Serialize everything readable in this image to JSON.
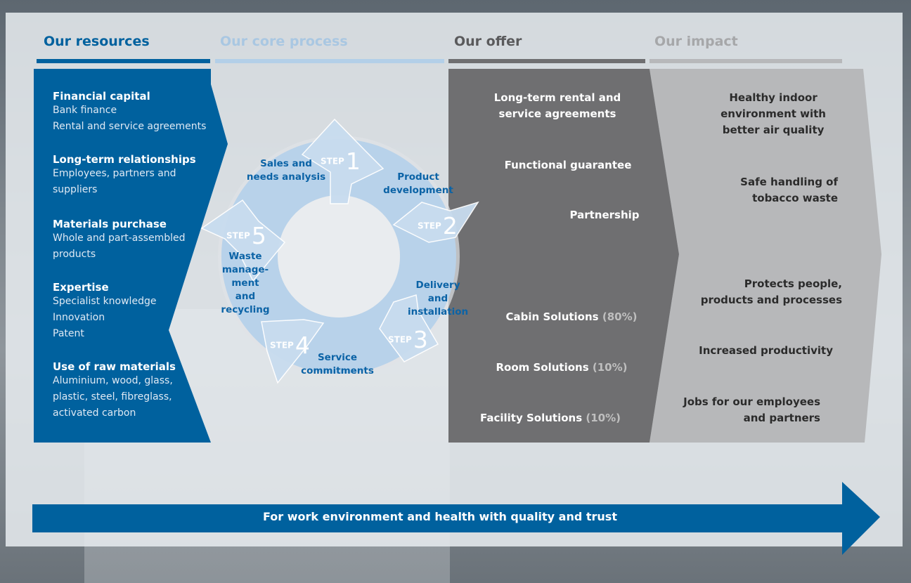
{
  "headers": {
    "resources": "Our resources",
    "core_process": "Our core process",
    "offer": "Our offer",
    "impact": "Our impact"
  },
  "colors": {
    "blue": "#00619e",
    "light_blue": "#b3cfe8",
    "dark_grey": "#6f6f71",
    "light_grey": "#b7b8ba"
  },
  "resources": [
    {
      "title": "Financial capital",
      "lines": [
        "Bank finance",
        "Rental and service agreements"
      ]
    },
    {
      "title": "Long-term relationships",
      "lines": [
        "Employees, partners and",
        "suppliers"
      ]
    },
    {
      "title": "Materials purchase",
      "lines": [
        "Whole and part-assembled",
        "products"
      ]
    },
    {
      "title": "Expertise",
      "lines": [
        "Specialist knowledge",
        "Innovation",
        "Patent"
      ]
    },
    {
      "title": "Use of raw materials",
      "lines": [
        "Aluminium, wood, glass,",
        "plastic, steel, fibreglass,",
        "activated carbon"
      ]
    }
  ],
  "steps": [
    {
      "tag": "STEP",
      "num": "1",
      "label": [
        "Sales and",
        "needs analysis"
      ]
    },
    {
      "tag": "STEP",
      "num": "2",
      "label": [
        "Product",
        "development"
      ]
    },
    {
      "tag": "STEP",
      "num": "3",
      "label": [
        "Delivery",
        "and",
        "installation"
      ]
    },
    {
      "tag": "STEP",
      "num": "4",
      "label": [
        "Service",
        "commitments"
      ]
    },
    {
      "tag": "STEP",
      "num": "5",
      "label": [
        "Waste",
        "manage-",
        "ment",
        "and",
        "recycling"
      ]
    }
  ],
  "offer": {
    "items": [
      [
        "Long-term rental and",
        "service agreements"
      ],
      [
        "Functional guarantee"
      ],
      [
        "Partnership"
      ]
    ],
    "solutions": [
      {
        "name": "Cabin Solutions",
        "pct": "(80%)"
      },
      {
        "name": "Room Solutions",
        "pct": "(10%)"
      },
      {
        "name": "Facility Solutions",
        "pct": "(10%)"
      }
    ]
  },
  "impact": [
    [
      "Healthy indoor",
      "environment with",
      "better air quality"
    ],
    [
      "Safe handling of",
      "tobacco waste"
    ],
    [
      "Protects people,",
      "products and processes"
    ],
    [
      "Increased productivity"
    ],
    [
      "Jobs for our employees",
      "and partners"
    ]
  ],
  "banner": "For work environment and health with quality and trust"
}
